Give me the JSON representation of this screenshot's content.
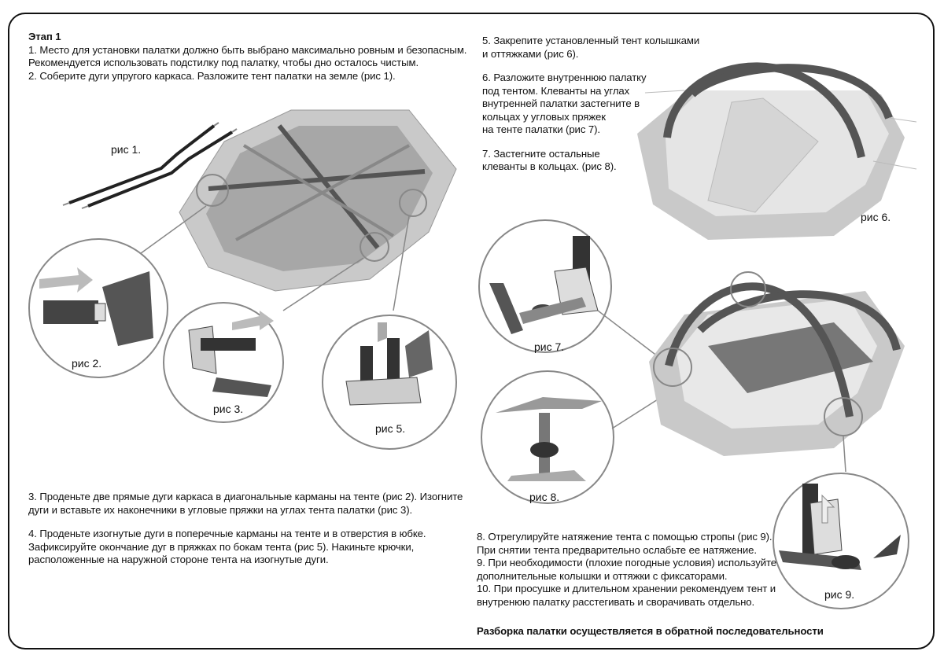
{
  "stage": {
    "title": "Этап 1",
    "step1": "1. Место для установки палатки должно быть выбрано максимально ровным и безопасным.",
    "step1b": "Рекомендуется использовать подстилку под палатку, чтобы дно осталось чистым.",
    "step2": "2. Соберите дуги упругого каркаса. Разложите тент палатки на земле (рис 1)."
  },
  "left_bottom": {
    "step3a": "3. Проденьте две прямые дуги каркаса в диагональные карманы на тенте (рис 2). Изогните",
    "step3b": "дуги и вставьте их наконечники в угловые пряжки на углах тента палатки (рис 3).",
    "step4a": "4. Проденьте изогнутые дуги в поперечные карманы на тенте и в отверстия в юбке.",
    "step4b": "Зафиксируйте окончание дуг в пряжках по бокам тента (рис 5). Накиньте крючки,",
    "step4c": "расположенные на наружной стороне тента на изогнутые дуги."
  },
  "right_top": {
    "step5a": "5. Закрепите установленный тент колышками",
    "step5b": "и оттяжками (рис 6).",
    "step6a": "6. Разложите внутреннюю палатку",
    "step6b": "под тентом. Клеванты на углах",
    "step6c": "внутренней палатки застегните в",
    "step6d": "кольцах у угловых пряжек",
    "step6e": "на тенте палатки (рис  7).",
    "step7a": "7. Застегните остальные",
    "step7b": "клеванты в кольцах.  (рис  8)."
  },
  "right_bottom": {
    "step8a": "8. Отрегулируйте натяжение тента с помощью стропы (рис 9).",
    "step8b": "При снятии тента предварительно ослабьте ее натяжение.",
    "step9a": "9. При необходимости (плохие погодные условия) используйте",
    "step9b": "дополнительные колышки и оттяжки с фиксаторами.",
    "step10a": "10. При просушке и длительном хранении рекомендуем тент и",
    "step10b": "внутренюю палатку расстегивать и сворачивать отдельно.",
    "footer": "Разборка палатки осуществляется в обратной последовательности"
  },
  "captions": {
    "fig1": "рис 1.",
    "fig2": "рис 2.",
    "fig3": "рис 3.",
    "fig5": "рис 5.",
    "fig6": "рис 6.",
    "fig7": "рис 7.",
    "fig8": "рис 8.",
    "fig9": "рис 9."
  }
}
